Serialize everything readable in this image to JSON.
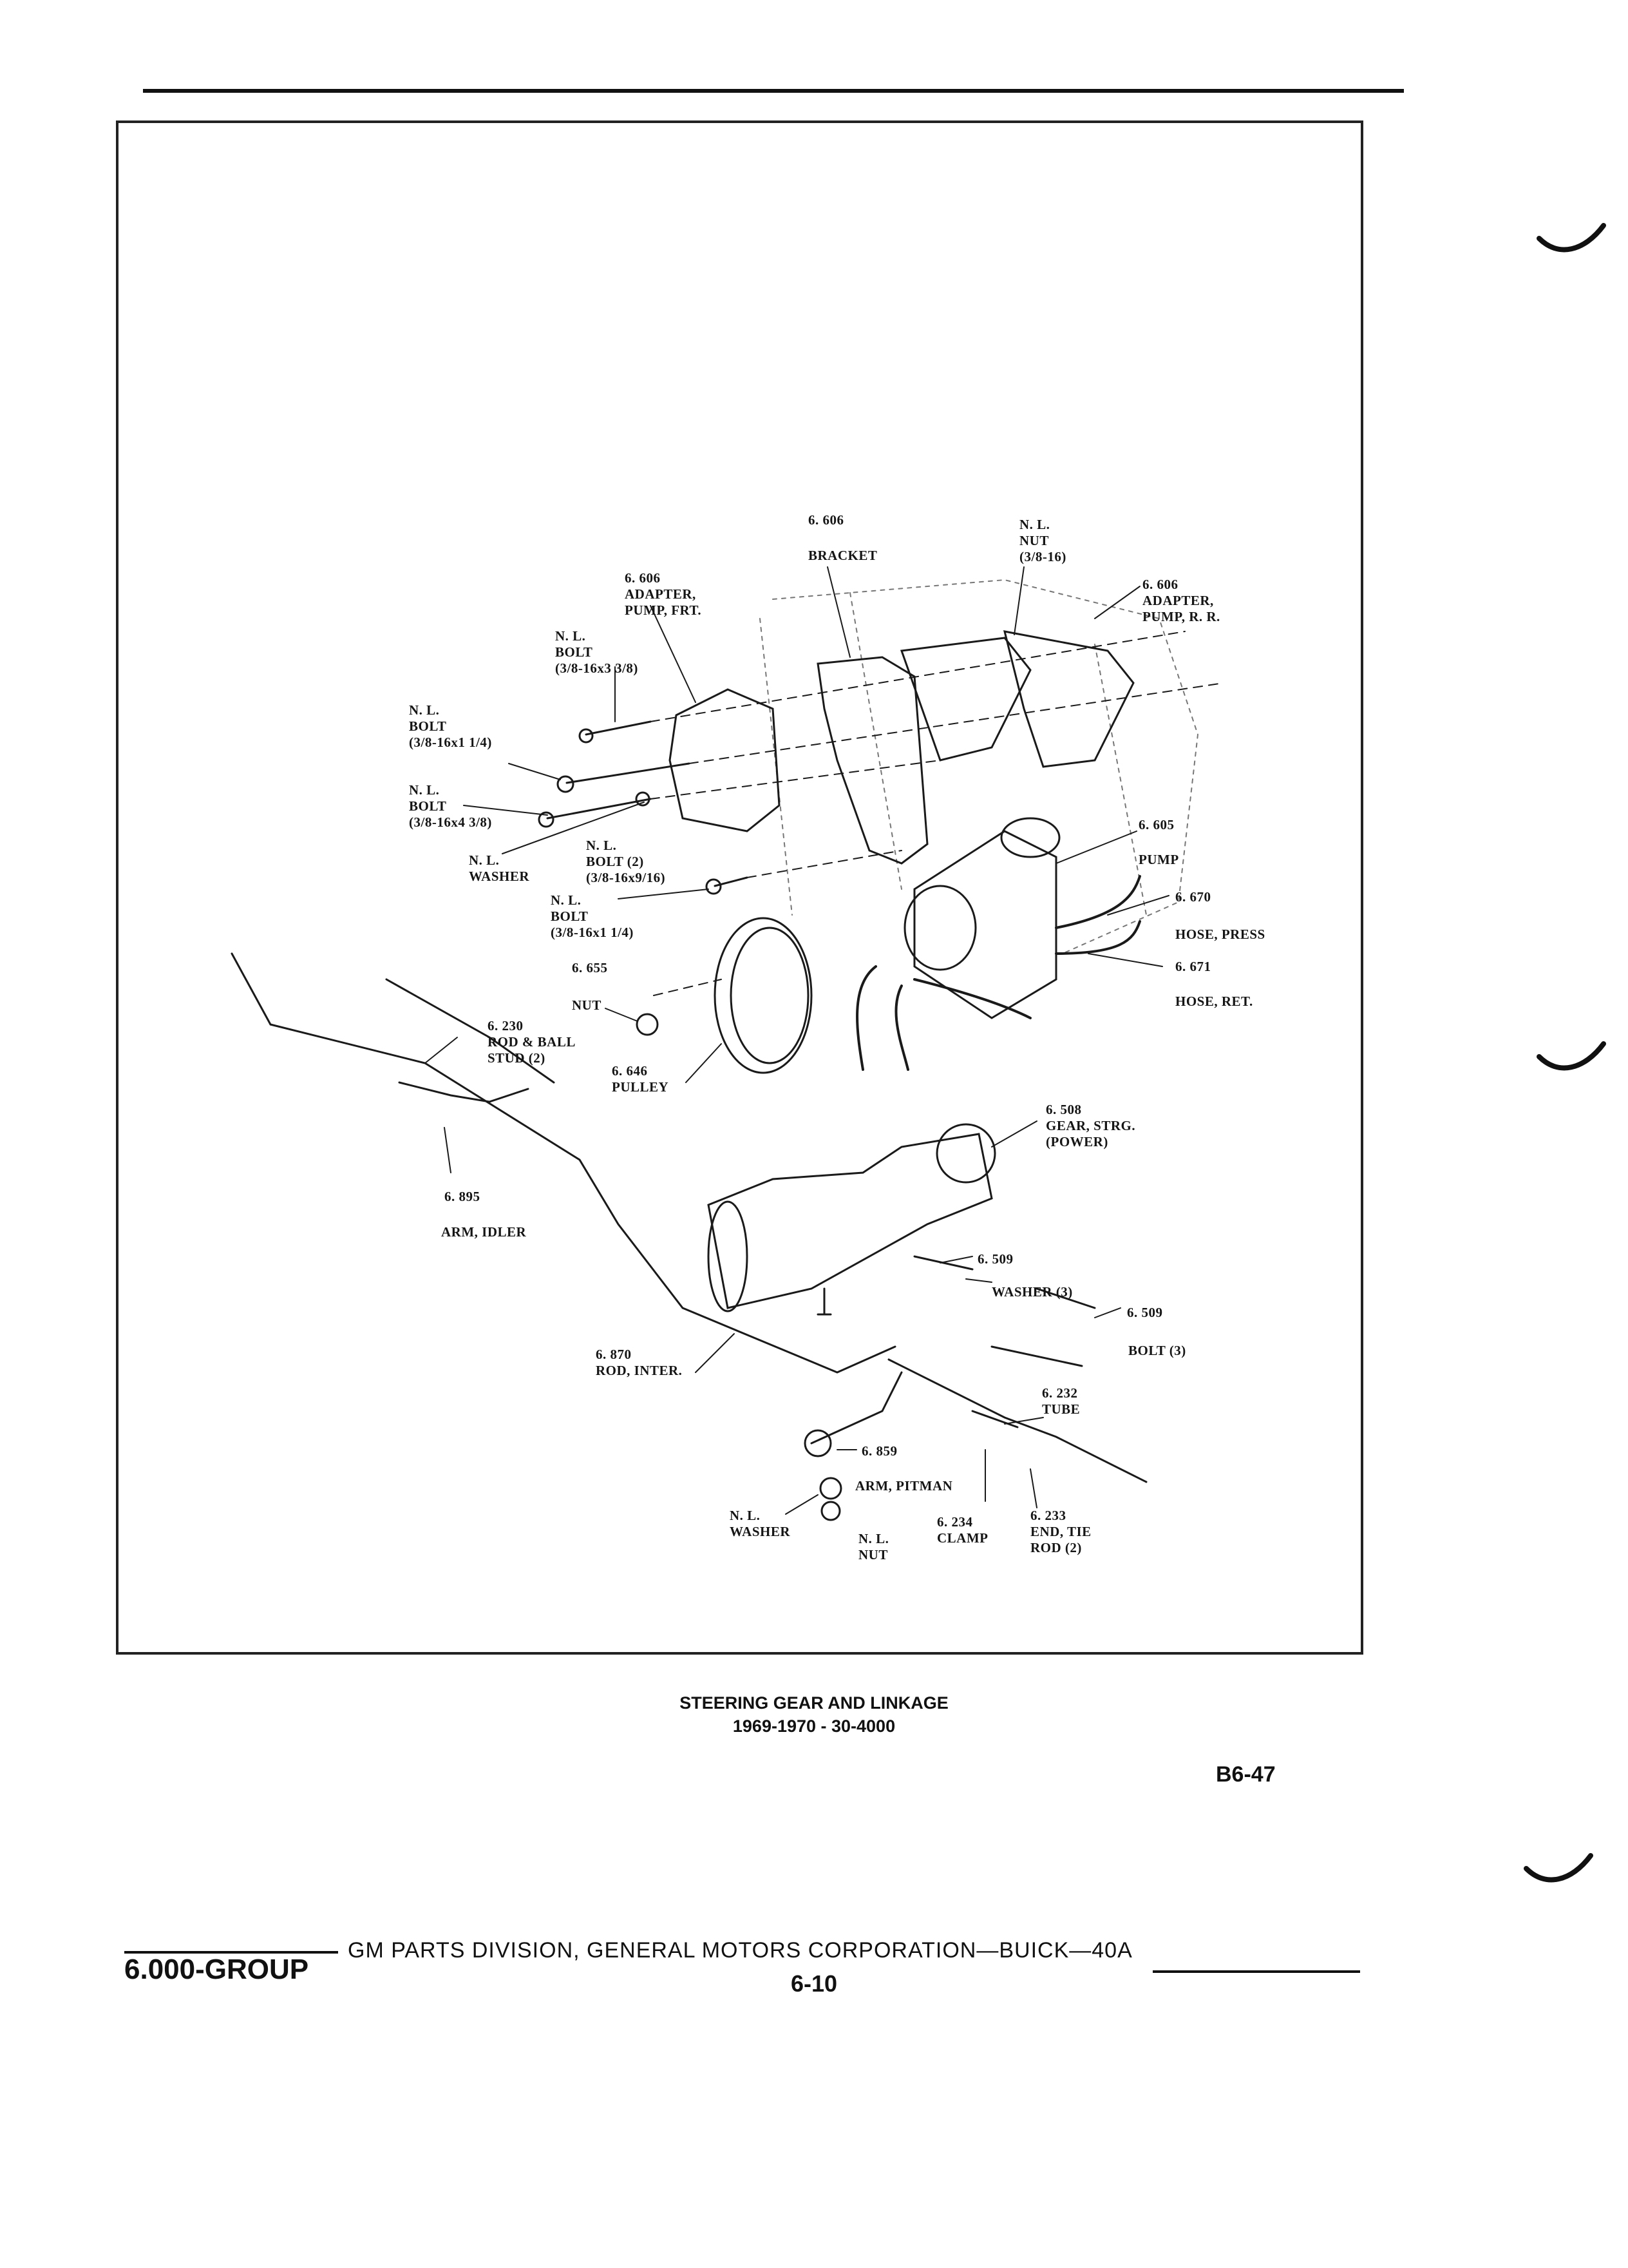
{
  "diagram": {
    "labels": [
      {
        "id": "lbl-6606-bracket",
        "text": "6. 606"
      },
      {
        "id": "lbl-bracket",
        "text": "BRACKET"
      },
      {
        "id": "lbl-nl-nut-top",
        "text": "N. L.\nNUT\n(3/8-16)"
      },
      {
        "id": "lbl-adapter-rr",
        "text": "6. 606\nADAPTER,\nPUMP, R. R."
      },
      {
        "id": "lbl-adapter-frt",
        "text": "6. 606\nADAPTER,\nPUMP, FRT."
      },
      {
        "id": "lbl-bolt-3-3-8",
        "text": "N. L.\nBOLT\n(3/8-16x3 3/8)"
      },
      {
        "id": "lbl-bolt-1-1-4",
        "text": "N. L.\nBOLT\n(3/8-16x1 1/4)"
      },
      {
        "id": "lbl-bolt-4-3-8",
        "text": "N. L.\nBOLT\n(3/8-16x4 3/8)"
      },
      {
        "id": "lbl-washer-top",
        "text": "N. L.\nWASHER"
      },
      {
        "id": "lbl-bolt-2",
        "text": "N. L.\nBOLT (2)\n(3/8-16x9/16)"
      },
      {
        "id": "lbl-bolt-1-1-4b",
        "text": "N. L.\nBOLT\n(3/8-16x1 1/4)"
      },
      {
        "id": "lbl-6605",
        "text": "6. 605"
      },
      {
        "id": "lbl-pump",
        "text": "PUMP"
      },
      {
        "id": "lbl-6670",
        "text": "6. 670"
      },
      {
        "id": "lbl-hose-press",
        "text": "HOSE, PRESS"
      },
      {
        "id": "lbl-6671",
        "text": "6. 671"
      },
      {
        "id": "lbl-hose-ret",
        "text": "HOSE, RET."
      },
      {
        "id": "lbl-6655",
        "text": "6. 655"
      },
      {
        "id": "lbl-nut-mid",
        "text": "NUT"
      },
      {
        "id": "lbl-rod-ball",
        "text": "6. 230\nROD & BALL\nSTUD (2)"
      },
      {
        "id": "lbl-pulley",
        "text": "6. 646\nPULLEY"
      },
      {
        "id": "lbl-gear",
        "text": "6. 508\nGEAR, STRG.\n(POWER)"
      },
      {
        "id": "lbl-6895",
        "text": "6. 895"
      },
      {
        "id": "lbl-arm-idler",
        "text": "ARM, IDLER"
      },
      {
        "id": "lbl-6509a",
        "text": "6. 509"
      },
      {
        "id": "lbl-washer-3",
        "text": "WASHER (3)"
      },
      {
        "id": "lbl-6509b",
        "text": "6. 509"
      },
      {
        "id": "lbl-bolt-3",
        "text": "BOLT (3)"
      },
      {
        "id": "lbl-rod-inter",
        "text": "6. 870\nROD, INTER."
      },
      {
        "id": "lbl-tube",
        "text": "6. 232\nTUBE"
      },
      {
        "id": "lbl-6859",
        "text": "6. 859"
      },
      {
        "id": "lbl-arm-pitman",
        "text": "ARM, PITMAN"
      },
      {
        "id": "lbl-washer-bot",
        "text": "N. L.\nWASHER"
      },
      {
        "id": "lbl-nut-bot",
        "text": "N. L.\nNUT"
      },
      {
        "id": "lbl-clamp",
        "text": "6. 234\nCLAMP"
      },
      {
        "id": "lbl-tie-rod",
        "text": "6. 233\nEND, TIE\nROD (2)"
      }
    ]
  },
  "caption": {
    "title": "STEERING GEAR AND LINKAGE",
    "subtitle": "1969-1970 - 30-4000"
  },
  "page_code": "B6-47",
  "footer": {
    "group": "6.000-GROUP",
    "text": "GM PARTS DIVISION, GENERAL MOTORS CORPORATION—BUICK—40A",
    "page": "6-10"
  }
}
